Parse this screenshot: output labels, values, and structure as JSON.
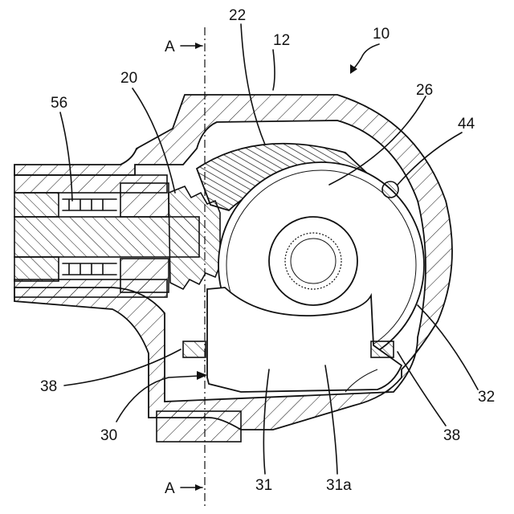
{
  "figure": {
    "labels": {
      "section_top": "A",
      "section_bottom": "A",
      "assembly": "10",
      "housing": "12",
      "pinion_seal": "20",
      "ring_gear": "22",
      "carrier": "26",
      "pin": "44",
      "shaft_nut": "56",
      "diff_case": "30",
      "case_body": "31",
      "case_body_part": "31a",
      "cover": "32",
      "seal_left": "38",
      "seal_right": "38"
    }
  }
}
